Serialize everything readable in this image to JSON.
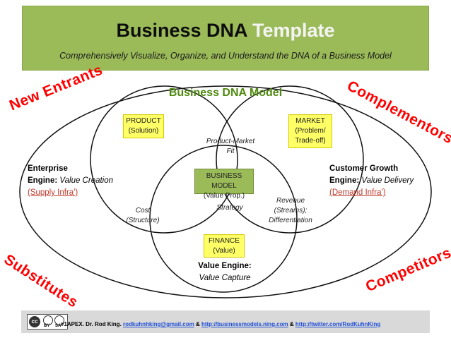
{
  "header": {
    "title_main": "Business DNA",
    "title_accent": "Template",
    "subtitle": "Comprehensively Visualize, Organize, and Understand the DNA of a Business Model"
  },
  "model_title": "Business DNA Model",
  "forces": {
    "top_left": "New Entrants",
    "top_right": "Complementors",
    "bottom_left": "Substitutes",
    "bottom_right": "Competitors"
  },
  "boxes": {
    "product": [
      "PRODUCT",
      "(Solution)"
    ],
    "market": [
      "MARKET",
      "(Problem/",
      "Trade-off)"
    ],
    "business_model": [
      "BUSINESS MODEL",
      "(Value Prop.)"
    ],
    "finance": [
      "FINANCE",
      "(Value)"
    ]
  },
  "notes": {
    "product_market_fit": [
      "Product-Market",
      "Fit"
    ],
    "strategy": "Strategy",
    "cost": [
      "Cost",
      "(Structure)"
    ],
    "revenue": [
      "Revenue",
      "(Streams);",
      "Differentiation"
    ]
  },
  "engines": {
    "left": {
      "line1": "Enterprise",
      "label": "Engine:",
      "value": "Value Creation",
      "link": "(Supply Infra')"
    },
    "right": {
      "line1": "Customer Growth",
      "label": "Engine:",
      "value": "Value Delivery",
      "link": "(Demand Infra')"
    },
    "bottom": {
      "line1": "Value Engine:",
      "value": "Value Capture"
    }
  },
  "footer": {
    "prefix": "#1APEX. Dr. Rod King. ",
    "email": "rodkuhnhking@gmail.com",
    "sep1": " & ",
    "site": "http://businessmodels.ning.com",
    "sep2": " & ",
    "twitter": "http://twitter.com/RodKuhnKing",
    "license_by": "BY",
    "license_sa": "SA",
    "license_cc": "cc"
  },
  "colors": {
    "header_green": "#9bbb59",
    "force_red": "#ff0000",
    "model_title_green": "#4f8a10",
    "box_yellow": "#ffff66",
    "footer_grey": "#d9d9d9"
  }
}
